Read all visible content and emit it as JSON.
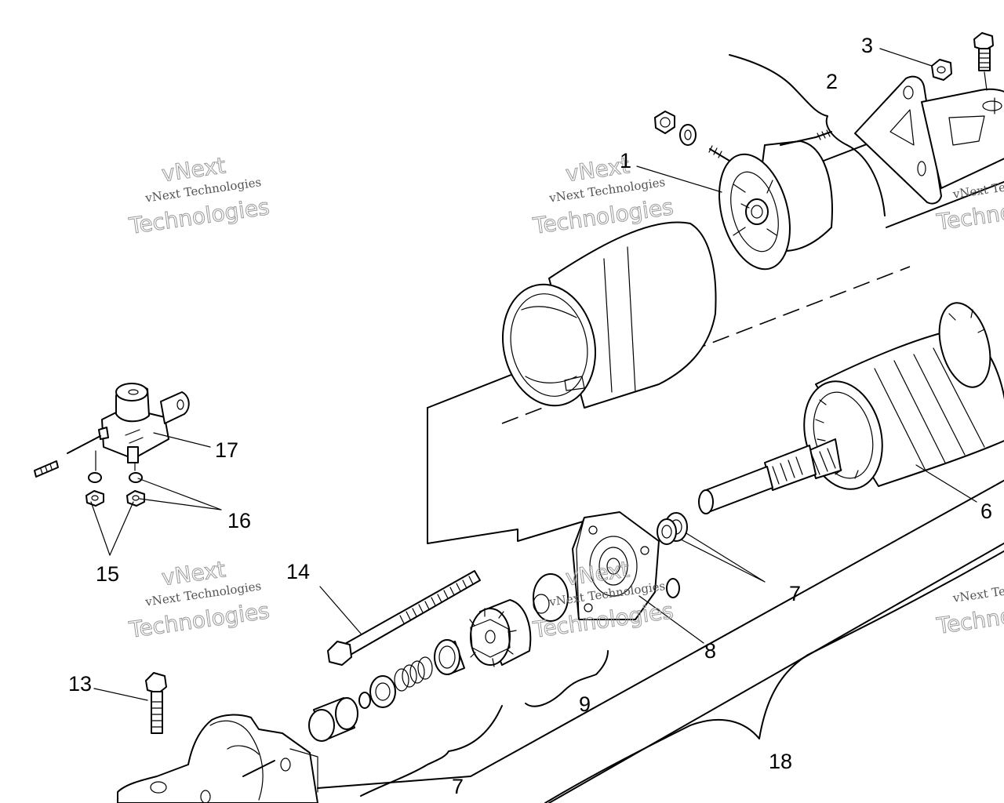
{
  "callouts": {
    "c1": "1",
    "c2": "2",
    "c3": "3",
    "c6": "6",
    "c7a": "7",
    "c7b": "7",
    "c8": "8",
    "c9": "9",
    "c13": "13",
    "c14": "14",
    "c15": "15",
    "c16": "16",
    "c17": "17",
    "c18": "18"
  },
  "watermark": {
    "brand": "vNext",
    "line": "vNext Technologies",
    "word": "Technologies"
  },
  "colors": {
    "ink": "#000000",
    "watermark": "#9a9a9a",
    "paper": "#ffffff"
  }
}
